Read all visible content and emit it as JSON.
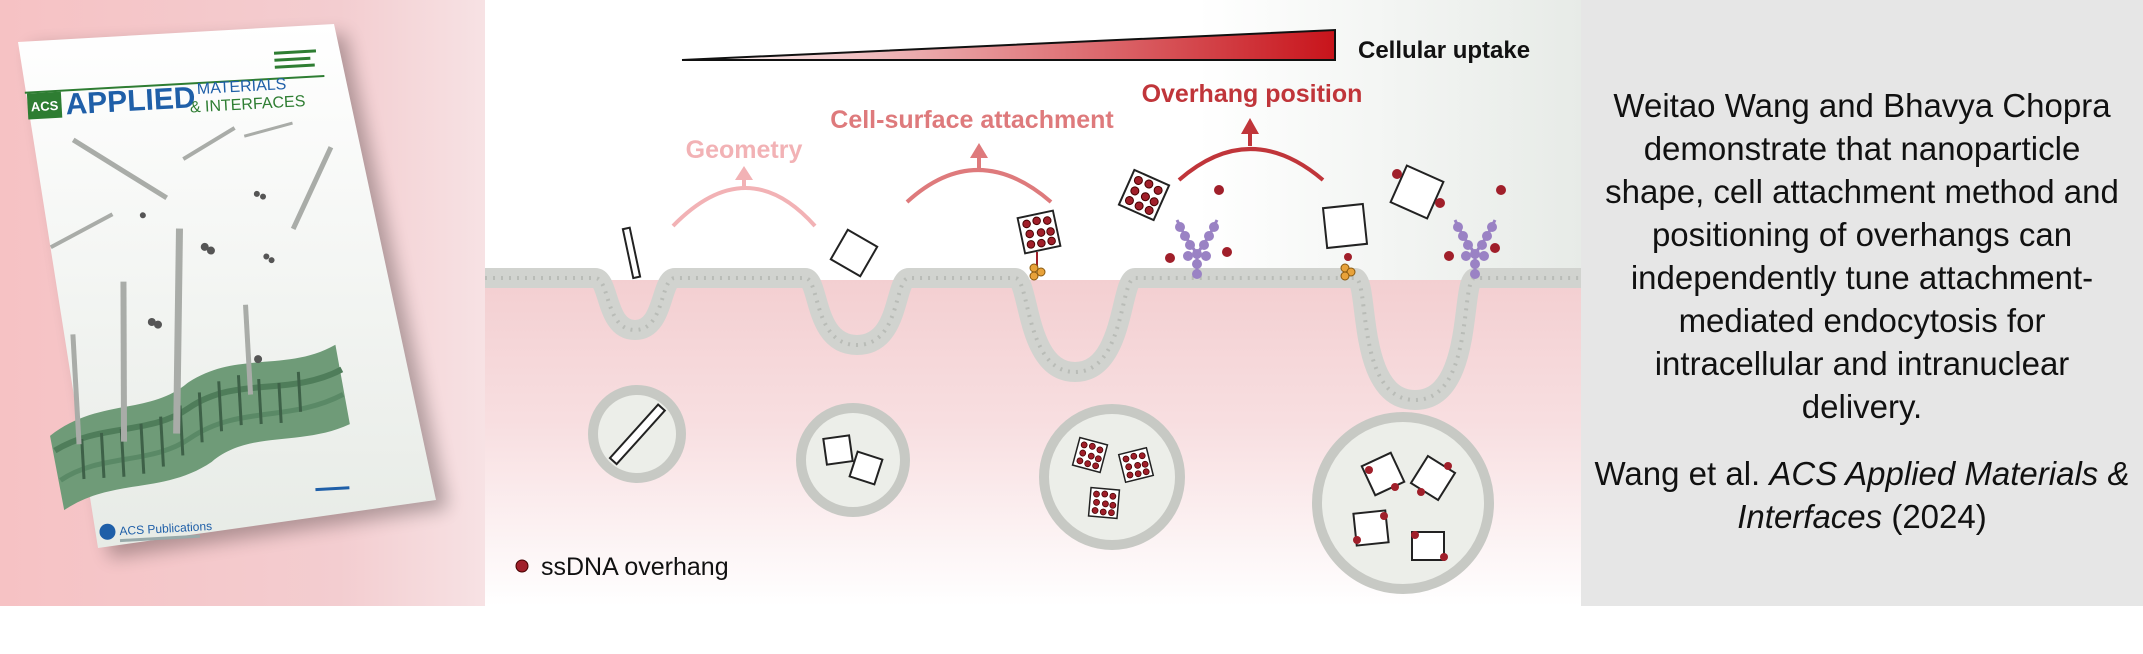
{
  "cover": {
    "publisher_badge": "ACS",
    "journal_line1": "APPLIED",
    "journal_line2": "MATERIALS",
    "journal_line3": "& INTERFACES",
    "publisher_footer": "ACS Publications",
    "colors": {
      "green": "#2e7d32",
      "blue": "#1f5fa8"
    }
  },
  "diagram": {
    "uptake_label": "Cellular uptake",
    "stage_labels": [
      "Geometry",
      "Cell-surface attachment",
      "Overhang position"
    ],
    "legend_label": "ssDNA overhang",
    "colors": {
      "geometry": "#f2b2b5",
      "attachment": "#de7a7c",
      "overhang": "#c0353a",
      "ssdna": "#a01f2a",
      "membrane": "#c9cbc6",
      "receptor": "#9a82c4"
    }
  },
  "summary": "Weitao Wang and Bhavya Chopra demonstrate that nanoparticle shape, cell attachment method and positioning of overhangs can independently tune attachment-mediated endocytosis for intracellular and intranuclear delivery.",
  "citation": {
    "authors": "Wang et al.",
    "journal": "ACS Applied Materials & Interfaces",
    "year": "(2024)"
  }
}
